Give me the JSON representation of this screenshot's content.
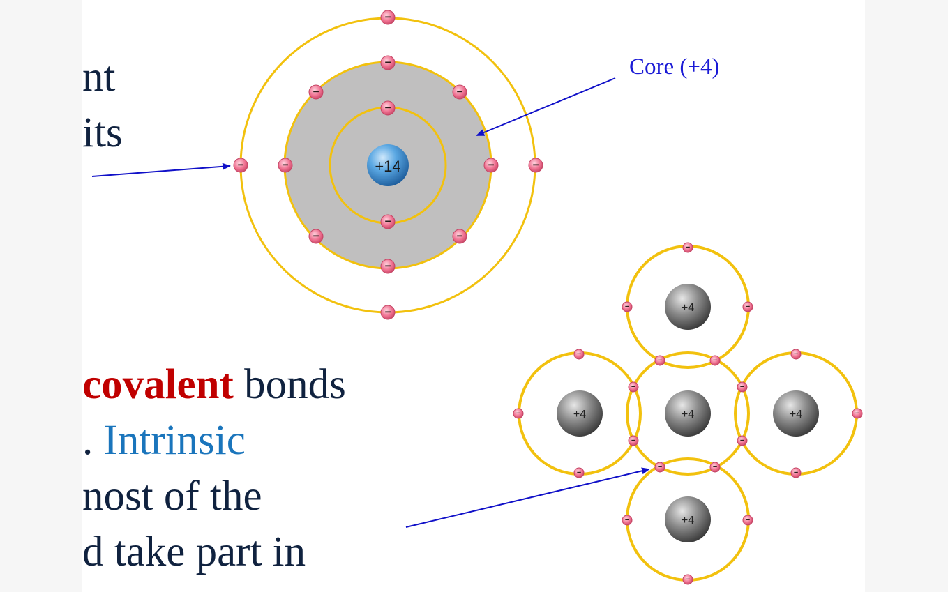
{
  "text_lines": {
    "line1": "nt",
    "line2": "its",
    "line3_bold": "covalent",
    "line3_rest": " bonds",
    "line4_pre": ". ",
    "line4_blue": "Intrinsic",
    "line5": "nost of the",
    "line6": "d take part in"
  },
  "labels": {
    "core": "Core (+4)",
    "nucleus": "+14",
    "atom_core": "+4",
    "electron": "−"
  },
  "colors": {
    "orbit": "#f2c10e",
    "core_fill": "#c0bfbf",
    "electron": "#ee6f8f",
    "arrow": "#1010c8",
    "nucleus": "#3e8fd0",
    "atom_core": "#707070",
    "text_dark": "#10223f",
    "text_red": "#c00000",
    "text_blue": "#1a75bc"
  }
}
